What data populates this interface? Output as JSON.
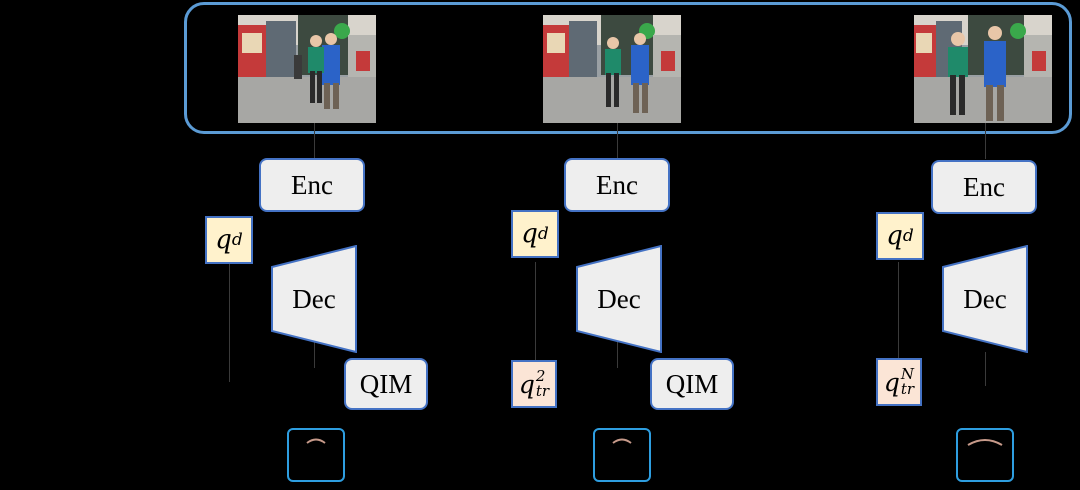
{
  "frames": [
    {
      "enc_label": "Enc",
      "dec_label": "Dec",
      "query_label": "q",
      "query_sub": "d",
      "track_label": "QIM",
      "track_query_base": "",
      "track_query_sup": "",
      "track_query_sub": ""
    },
    {
      "enc_label": "Enc",
      "dec_label": "Dec",
      "query_label": "q",
      "query_sub": "d",
      "track_label": "QIM",
      "track_query_base": "q",
      "track_query_sup": "2",
      "track_query_sub": "tr"
    },
    {
      "enc_label": "Enc",
      "dec_label": "Dec",
      "query_label": "q",
      "query_sub": "d",
      "track_label": "",
      "track_query_base": "q",
      "track_query_sup": "N",
      "track_query_sub": "tr"
    }
  ],
  "colors": {
    "background": "#000000",
    "frame_border": "#5b9bd5",
    "box_border": "#4472c4",
    "box_fill": "#eeeeee",
    "detect_query_fill": "#fff2cc",
    "track_query_fill": "#fbe5d6",
    "track_box_border": "#2e9ee0"
  }
}
